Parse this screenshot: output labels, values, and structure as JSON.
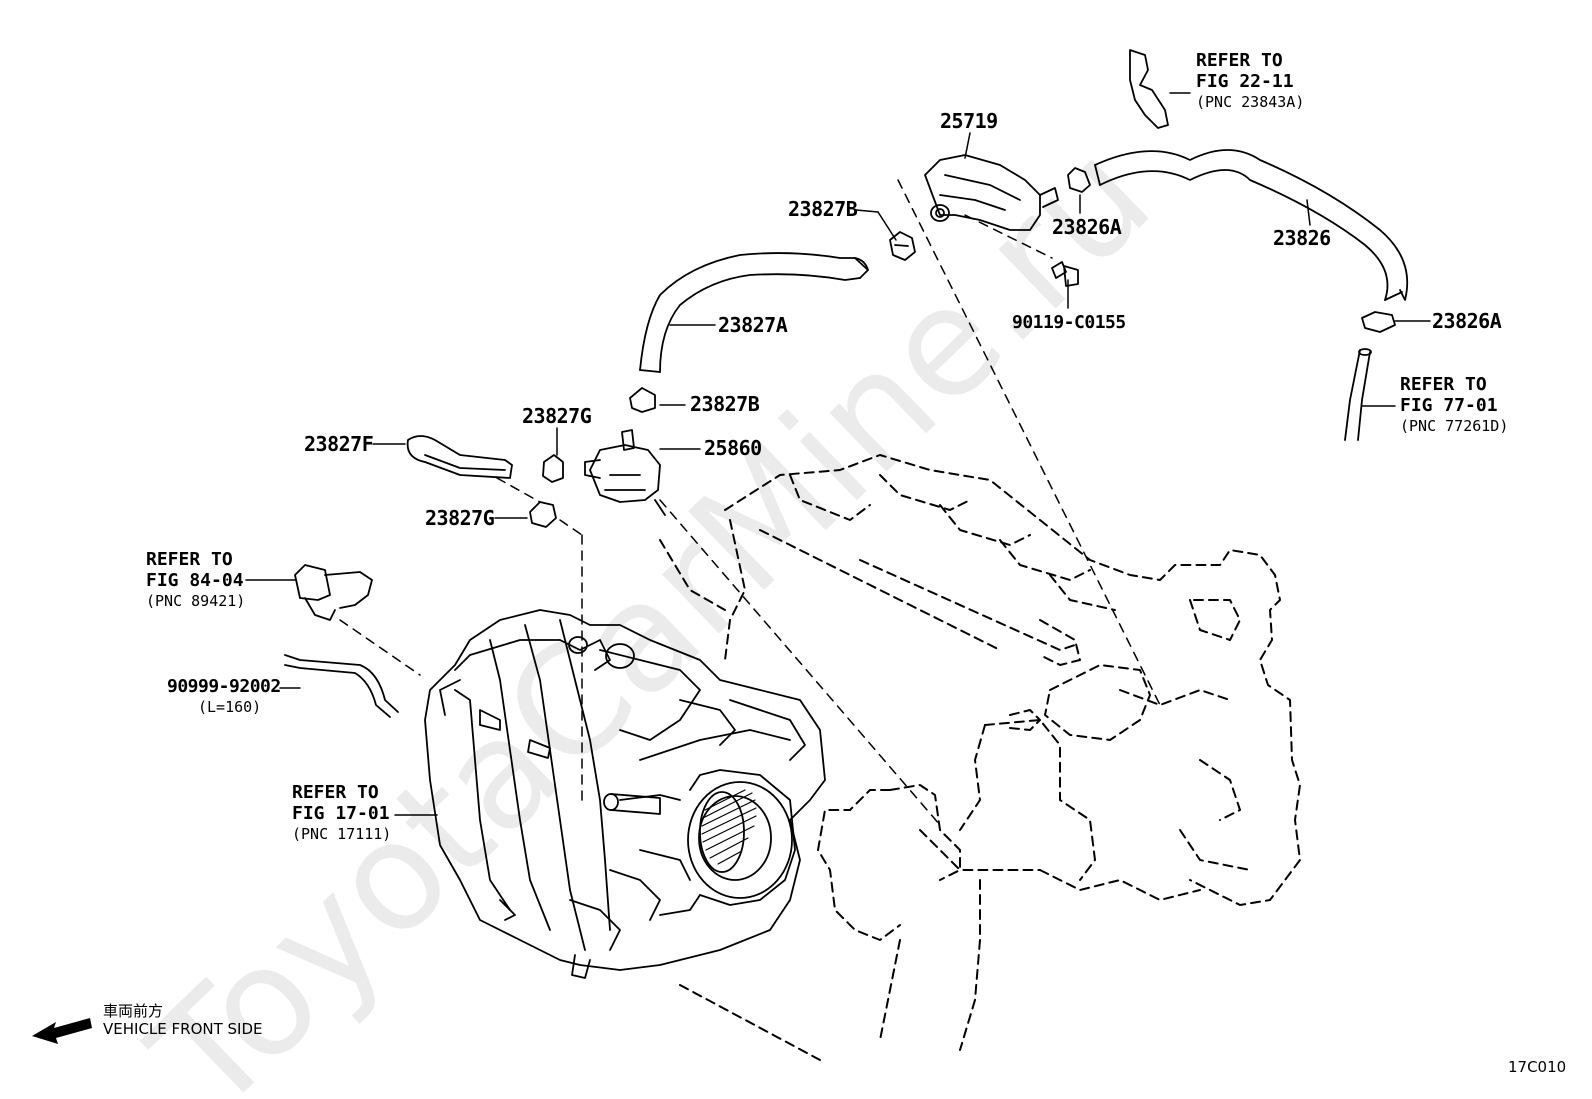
{
  "watermark": "ToyotaCarMine.ru",
  "labels": {
    "p25719": "25719",
    "p23827B_top": "23827B",
    "p23826A_top": "23826A",
    "p23826": "23826",
    "p90119": "90119-C0155",
    "p23826A_right": "23826A",
    "p23827A": "23827A",
    "p23827B_mid": "23827B",
    "p23827G_top": "23827G",
    "p25860": "25860",
    "p23827F": "23827F",
    "p23827G_bot": "23827G",
    "p90999": "90999-92002",
    "p90999_len": "(L=160)"
  },
  "refs": {
    "fig22": {
      "line1": "REFER TO",
      "line2": "FIG 22-11",
      "line3": "(PNC 23843A)"
    },
    "fig77": {
      "line1": "REFER TO",
      "line2": "FIG 77-01",
      "line3": "(PNC 77261D)"
    },
    "fig84": {
      "line1": "REFER TO",
      "line2": "FIG 84-04",
      "line3": "(PNC 89421)"
    },
    "fig17": {
      "line1": "REFER TO",
      "line2": "FIG 17-01",
      "line3": "(PNC 17111)"
    }
  },
  "direction": {
    "jp": "車両前方",
    "en": "VEHICLE FRONT SIDE"
  },
  "figure_code": "17C010"
}
